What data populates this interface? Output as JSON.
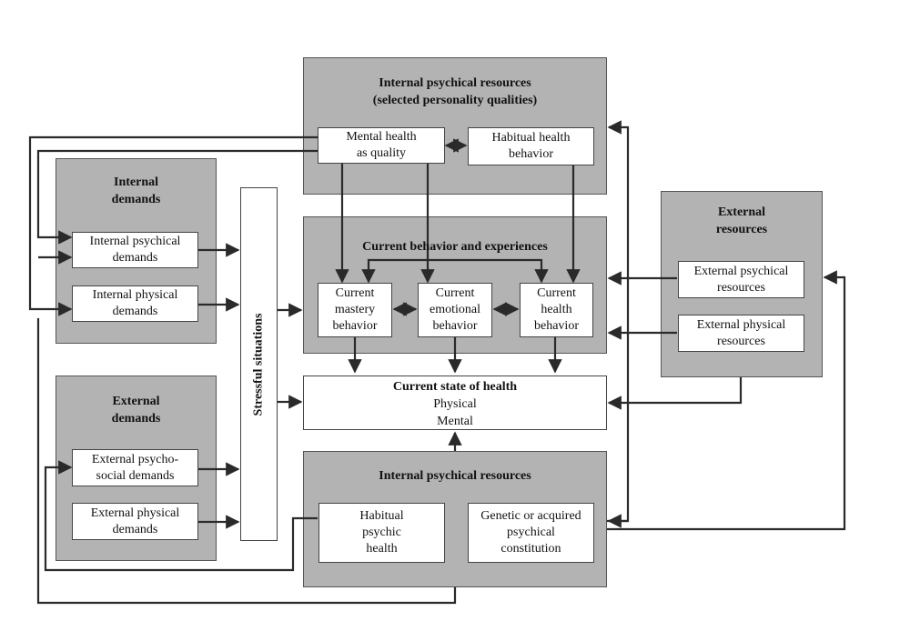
{
  "top_resources": {
    "title": "Internal psychical resources\n(selected personality qualities)",
    "mental_health": "Mental health\nas quality",
    "habitual_behavior": "Habitual health\nbehavior"
  },
  "internal_demands": {
    "title": "Internal\ndemands",
    "psychical": "Internal psychical\ndemands",
    "physical": "Internal physical\ndemands"
  },
  "external_demands": {
    "title": "External\ndemands",
    "psychosocial": "External psycho-\nsocial demands",
    "physical": "External physical\ndemands"
  },
  "stressful": "Stressful situations",
  "current": {
    "title": "Current behavior and experiences",
    "mastery": "Current\nmastery\nbehavior",
    "emotional": "Current\nemotional\nbehavior",
    "health": "Current\nhealth\nbehavior"
  },
  "state": {
    "title": "Current state of health",
    "line1": "Physical",
    "line2": "Mental"
  },
  "external_resources": {
    "title": "External\nresources",
    "psychical": "External psychical\nresources",
    "physical": "External physical\nresources"
  },
  "bottom_resources": {
    "title": "Internal psychical resources",
    "habitual_psychic": "Habitual\npsychic\nhealth",
    "constitution": "Genetic or  acquired\npsychical\nconstitution"
  },
  "colors": {
    "group_fill": "#b3b3b3",
    "line": "#2a2a2a",
    "box_fill": "#ffffff"
  }
}
